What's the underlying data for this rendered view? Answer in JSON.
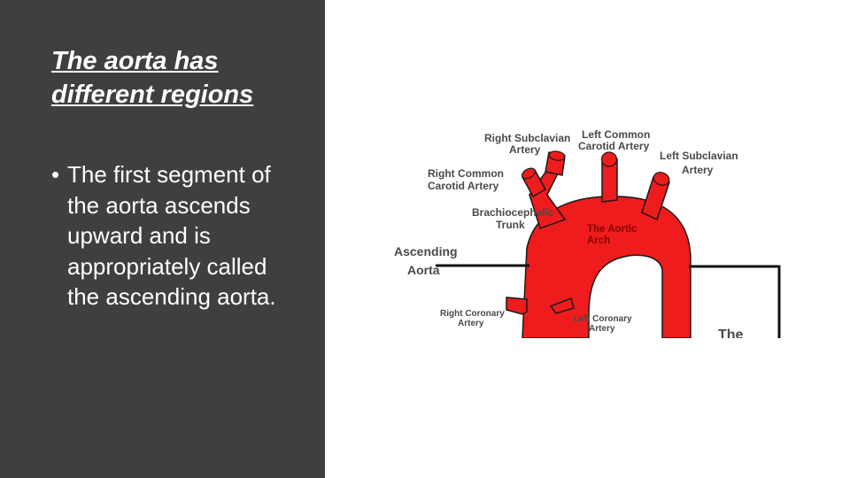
{
  "slide": {
    "title": "The aorta has different regions",
    "bullet": "The first segment of the aorta ascends upward and is appropriately called the ascending aorta.",
    "bullet_marker": "•"
  },
  "diagram": {
    "labels": {
      "right_subclavian_1": "Right Subclavian",
      "right_subclavian_2": "Artery",
      "left_common_carotid_1": "Left Common",
      "left_common_carotid_2": "Carotid Artery",
      "left_subclavian_1": "Left Subclavian",
      "left_subclavian_2": "Artery",
      "right_common_carotid_1": "Right Common",
      "right_common_carotid_2": "Carotid Artery",
      "brachiocephalic_1": "Brachiocephalic",
      "brachiocephalic_2": "Trunk",
      "aortic_arch_1": "The Aortic",
      "aortic_arch_2": "Arch",
      "ascending_aorta_1": "Ascending",
      "ascending_aorta_2": "Aorta",
      "right_coronary_1": "Right Coronary",
      "right_coronary_2": "Artery",
      "left_coronary_1": "Left Coronary",
      "left_coronary_2": "Artery",
      "cut_off": "The"
    },
    "colors": {
      "artery": "#ee1c1c",
      "outline": "#1a1a1a",
      "label": "#4a4a4a",
      "panel": "#3f3f3f"
    }
  }
}
